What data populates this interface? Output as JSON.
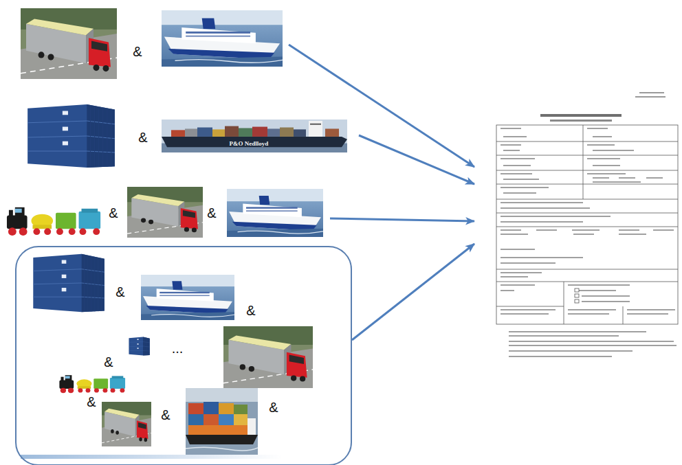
{
  "diagram": {
    "nodes": [
      {
        "text": [
          "&"
        ]
      },
      {
        "text": [
          "&"
        ]
      },
      {
        "text": [
          "&",
          "&"
        ]
      },
      {
        "text": [
          "&",
          "&",
          "...",
          "&",
          "&",
          "&",
          "&"
        ]
      },
      {
        "text": []
      }
    ],
    "edges": [
      {
        "from": 0,
        "to": 4,
        "arrow": "to"
      },
      {
        "from": 1,
        "to": 4,
        "arrow": "to"
      },
      {
        "from": 2,
        "to": 4,
        "arrow": "to"
      },
      {
        "from": 3,
        "to": 4,
        "arrow": "to"
      }
    ],
    "labels": [
      "P&O Nedlloyd"
    ]
  }
}
